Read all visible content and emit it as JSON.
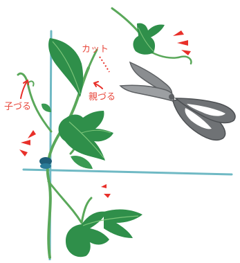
{
  "labels": {
    "cut": "カット",
    "parent_vine": "親づる",
    "child_vine": "子づる"
  },
  "colors": {
    "label_text": "#e8473b",
    "accent_red": "#e8302a",
    "leaf_dark": "#2f8f4a",
    "leaf_light": "#7cc57a",
    "stem": "#5aa85a",
    "trellis": "#6fb9c4",
    "scissors_blade": "#8a8d90",
    "scissors_handle": "#6f7275"
  },
  "icons": {
    "tool": "pruning-scissors-icon",
    "marker": "red-cut-marks-icon"
  }
}
